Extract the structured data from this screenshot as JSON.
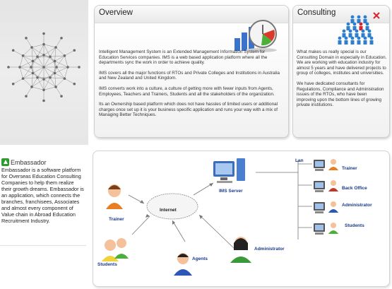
{
  "overview": {
    "title": "Overview",
    "paragraphs": [
      "Intelligent Management System is an Extended Management Information System for Education Services companies. IMS is a web based application platform where all the departments sync the work in order to achieve quality.",
      "IMS covers all the major functions of RTOs and Private Colleges and Institutions in Australia and New Zealand and United Kingdom.",
      "IMS converts work into a culture, a culture of getting more with fewer inputs from Agents, Employees, Teachers and Trainers, Students and all the stakeholders of the organization.",
      "Its an Ownership based platform which does not have hassles of limited users or additional charges once set up it is your business specific application and runs your way with a mix of Managing Better Techniques."
    ]
  },
  "consulting": {
    "title": "Consulting",
    "paragraphs": [
      "What makes us really special is our Consulting Domain in especially in Education. We are working with education industry for almost 5 years and have delivered projects to group of colleges, institutes and universities.",
      "We have dedicated consultants for Regulations, Compliance and Administration issues of the RTOs, who have been improving upon the bottom lines of growing private institutions."
    ]
  },
  "embassador": {
    "name": "Embassador",
    "text": "Embassador is a software platform for Overseas Education Consulting Companies to help them realize their growth dreams. Embassador is an application, which connects the branches, franchisees, Associates and almost every component of Value chain in Abroad Education Recruitment Industry."
  },
  "diagram": {
    "lan": "Lan",
    "ims_server": "IMS Server",
    "internet": "Internet",
    "trainer_left": "Trainer",
    "students_left": "Students",
    "agents": "Agents",
    "administrator_bottom": "Administrator",
    "right_nodes": [
      "Trainer",
      "Back Office",
      "Administrator",
      "Students"
    ]
  },
  "colors": {
    "label_blue": "#1a3a8a",
    "accent_green": "#2f9a2f"
  }
}
